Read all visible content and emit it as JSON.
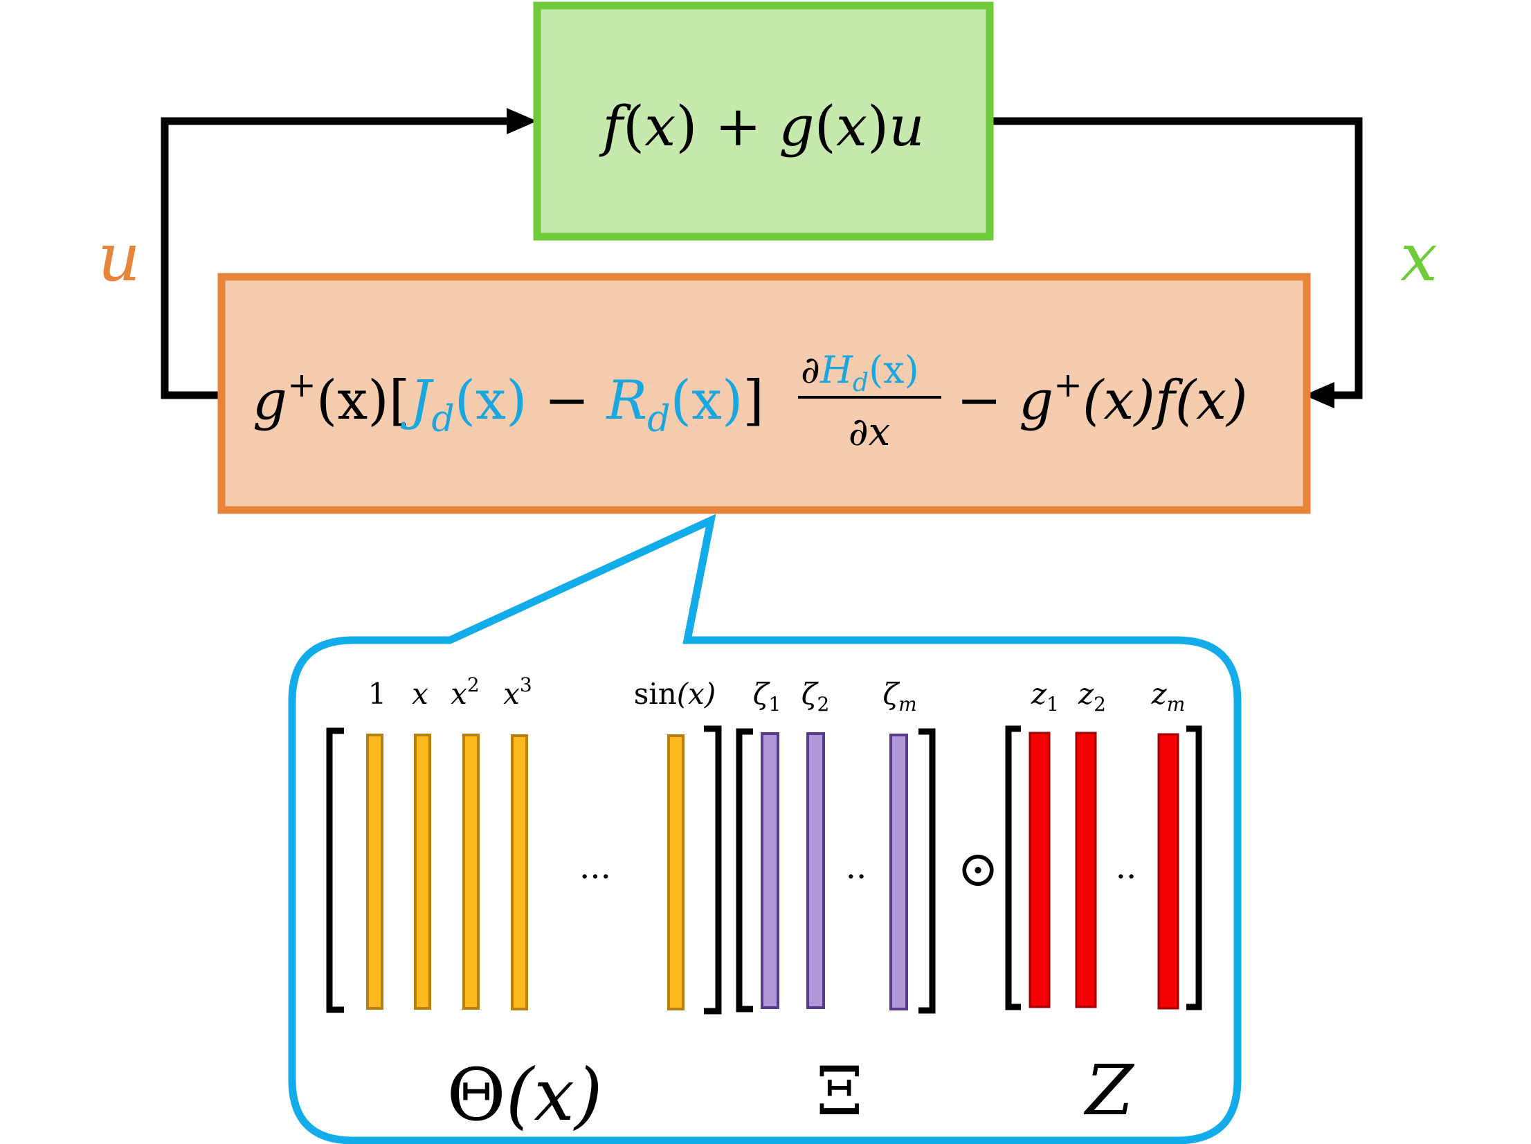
{
  "colors": {
    "plant_fill": "#c6e9ae",
    "plant_stroke": "#6ecb3a",
    "controller_fill": "#f5ccad",
    "controller_stroke": "#e8843a",
    "accent_blue": "#1aa6de",
    "callout_stroke": "#12acea",
    "theta_col": "#fbb91d",
    "theta_col_edge": "#b88010",
    "xi_col": "#b097d8",
    "xi_col_edge": "#5a3a8c",
    "z_col": "#f40000",
    "z_col_edge": "#a00000",
    "u_label": "#e8843a",
    "x_label": "#6ecb3a"
  },
  "plant": {
    "f": "f",
    "open1": "(",
    "x1": "x",
    "close1": ")",
    "plus": " + ",
    "g": "g",
    "open2": "(",
    "x2": "x",
    "close2": ")",
    "u": "u"
  },
  "labels": {
    "u": "u",
    "x": "x"
  },
  "controller": {
    "g1": "g",
    "sup1": "+",
    "p1": "(x)[",
    "J": "J",
    "J_sub": "d",
    "J_arg": "(x)",
    "minus1": " − ",
    "R": "R",
    "R_sub": "d",
    "R_arg": "(x)",
    "bracket_close": "]",
    "frac_partial": "∂",
    "frac_H": "H",
    "frac_H_sub": "d",
    "frac_H_arg": "(x)",
    "frac_den": "∂x",
    "minus2": "− ",
    "g2": "g",
    "sup2": "+",
    "p2": "(x)f(x)"
  },
  "library": {
    "theta_headers": [
      {
        "base": "1",
        "sup": ""
      },
      {
        "base": "x",
        "sup": ""
      },
      {
        "base": "x",
        "sup": "2"
      },
      {
        "base": "x",
        "sup": "3"
      }
    ],
    "theta_last_header": "sin(x)",
    "theta_last_fn": "sin",
    "theta_last_arg": "(x)",
    "xi_headers": [
      {
        "base": "ζ",
        "sub": "1"
      },
      {
        "base": "ζ",
        "sub": "2"
      },
      {
        "base": "ζ",
        "sub": "m"
      }
    ],
    "z_headers": [
      {
        "base": "z",
        "sub": "1"
      },
      {
        "base": "z",
        "sub": "2"
      },
      {
        "base": "z",
        "sub": "m"
      }
    ],
    "theta_ellipsis": "···",
    "xi_ellipsis": "··",
    "z_ellipsis": "··",
    "hadamard": "⊙",
    "theta_name": "Θ(x)",
    "theta_name_sym": "Θ",
    "theta_name_arg": "(x)",
    "xi_name": "Ξ",
    "z_name": "Z"
  }
}
